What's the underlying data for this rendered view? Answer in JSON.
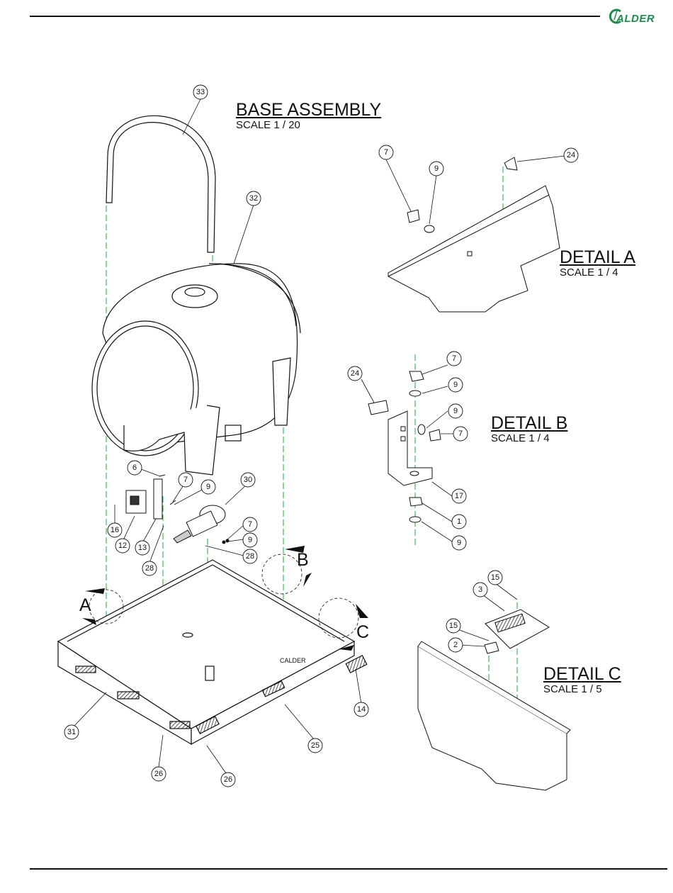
{
  "logo": {
    "text": "ALDER",
    "initial": "C",
    "color": "#1f8a4c"
  },
  "titles": {
    "base": {
      "title": "BASE ASSEMBLY",
      "scale": "SCALE 1 / 20"
    },
    "detail_a": {
      "title": "DETAIL  A",
      "scale": "SCALE 1 / 4"
    },
    "detail_b": {
      "title": "DETAIL  B",
      "scale": "SCALE 1 / 4"
    },
    "detail_c": {
      "title": "DETAIL  C",
      "scale": "SCALE 1 / 5"
    }
  },
  "detail_markers": {
    "a": "A",
    "b": "B",
    "c": "C"
  },
  "balloons": {
    "b33": "33",
    "b32": "32",
    "a7": "7",
    "a9": "9",
    "a24": "24",
    "b24": "24",
    "b7a": "7",
    "b9a": "9",
    "b9b": "9",
    "b7b": "7",
    "b17": "17",
    "b1": "1",
    "b9c": "9",
    "m6": "6",
    "m7": "7",
    "m9": "9",
    "m30": "30",
    "m16": "16",
    "m12": "12",
    "m13": "13",
    "m28a": "28",
    "m7b": "7",
    "m9b": "9",
    "m28b": "28",
    "p31": "31",
    "p26a": "26",
    "p26b": "26",
    "p25": "25",
    "p14": "14",
    "c15a": "15",
    "c3": "3",
    "c15b": "15",
    "c2": "2"
  },
  "colors": {
    "centerline": "#1faa3a",
    "line": "#111111"
  }
}
